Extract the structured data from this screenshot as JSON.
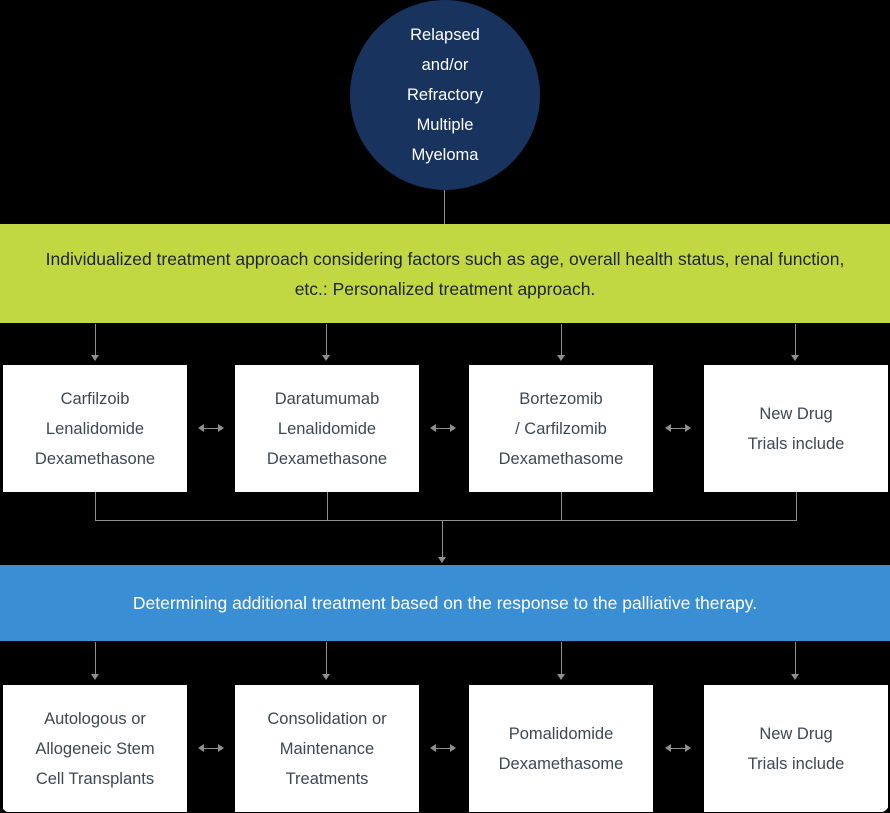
{
  "colors": {
    "background": "#000000",
    "circle": "#17335e",
    "banner-green": "#c2d842",
    "banner-green-text": "#1c2430",
    "banner-blue": "#3a8ed3",
    "box-bg": "#ffffff",
    "box-text": "#3d4852",
    "arrow": "#8f8f8f"
  },
  "root": {
    "label": "Relapsed\nand/or\nRefractory\nMultiple\nMyeloma"
  },
  "banner_green": {
    "text": "Individualized treatment approach considering factors such as age, overall health status, renal function, etc.: Personalized treatment approach."
  },
  "banner_blue": {
    "text": "Determining additional treatment based on the response to the palliative therapy."
  },
  "row1": {
    "box1": "Carfilzoib\nLenalidomide\nDexamethasone",
    "box2": "Daratumumab\nLenalidomide\nDexamethasone",
    "box3": "Bortezomib\n/ Carfilzomib\nDexamethasome",
    "box4": "New Drug\nTrials include"
  },
  "row2": {
    "box1": "Autologous or\nAllogeneic Stem\nCell Transplants",
    "box2": "Consolidation or\nMaintenance\nTreatments",
    "box3": "Pomalidomide\nDexamethasome",
    "box4": "New Drug\nTrials include"
  }
}
